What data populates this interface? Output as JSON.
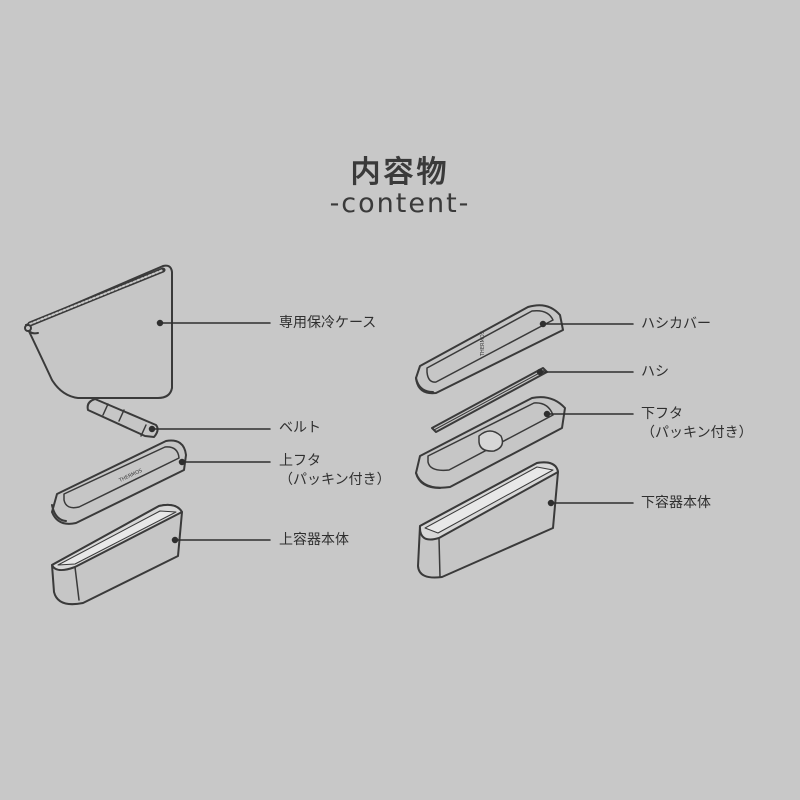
{
  "title": "内容物",
  "subtitle": "-content-",
  "brand_mark": "THERMOS",
  "colors": {
    "background": "#c8c8c8",
    "line": "#3a3a3a",
    "fill": "#c6c6c6"
  },
  "parts": {
    "case": "専用保冷ケース",
    "belt": "ベルト",
    "upper_lid": {
      "line1": "上フタ",
      "line2": "（パッキン付き）"
    },
    "upper_container": "上容器本体",
    "chopstick_cover": "ハシカバー",
    "chopsticks": "ハシ",
    "lower_lid": {
      "line1": "下フタ",
      "line2": "（パッキン付き）"
    },
    "lower_container": "下容器本体"
  }
}
